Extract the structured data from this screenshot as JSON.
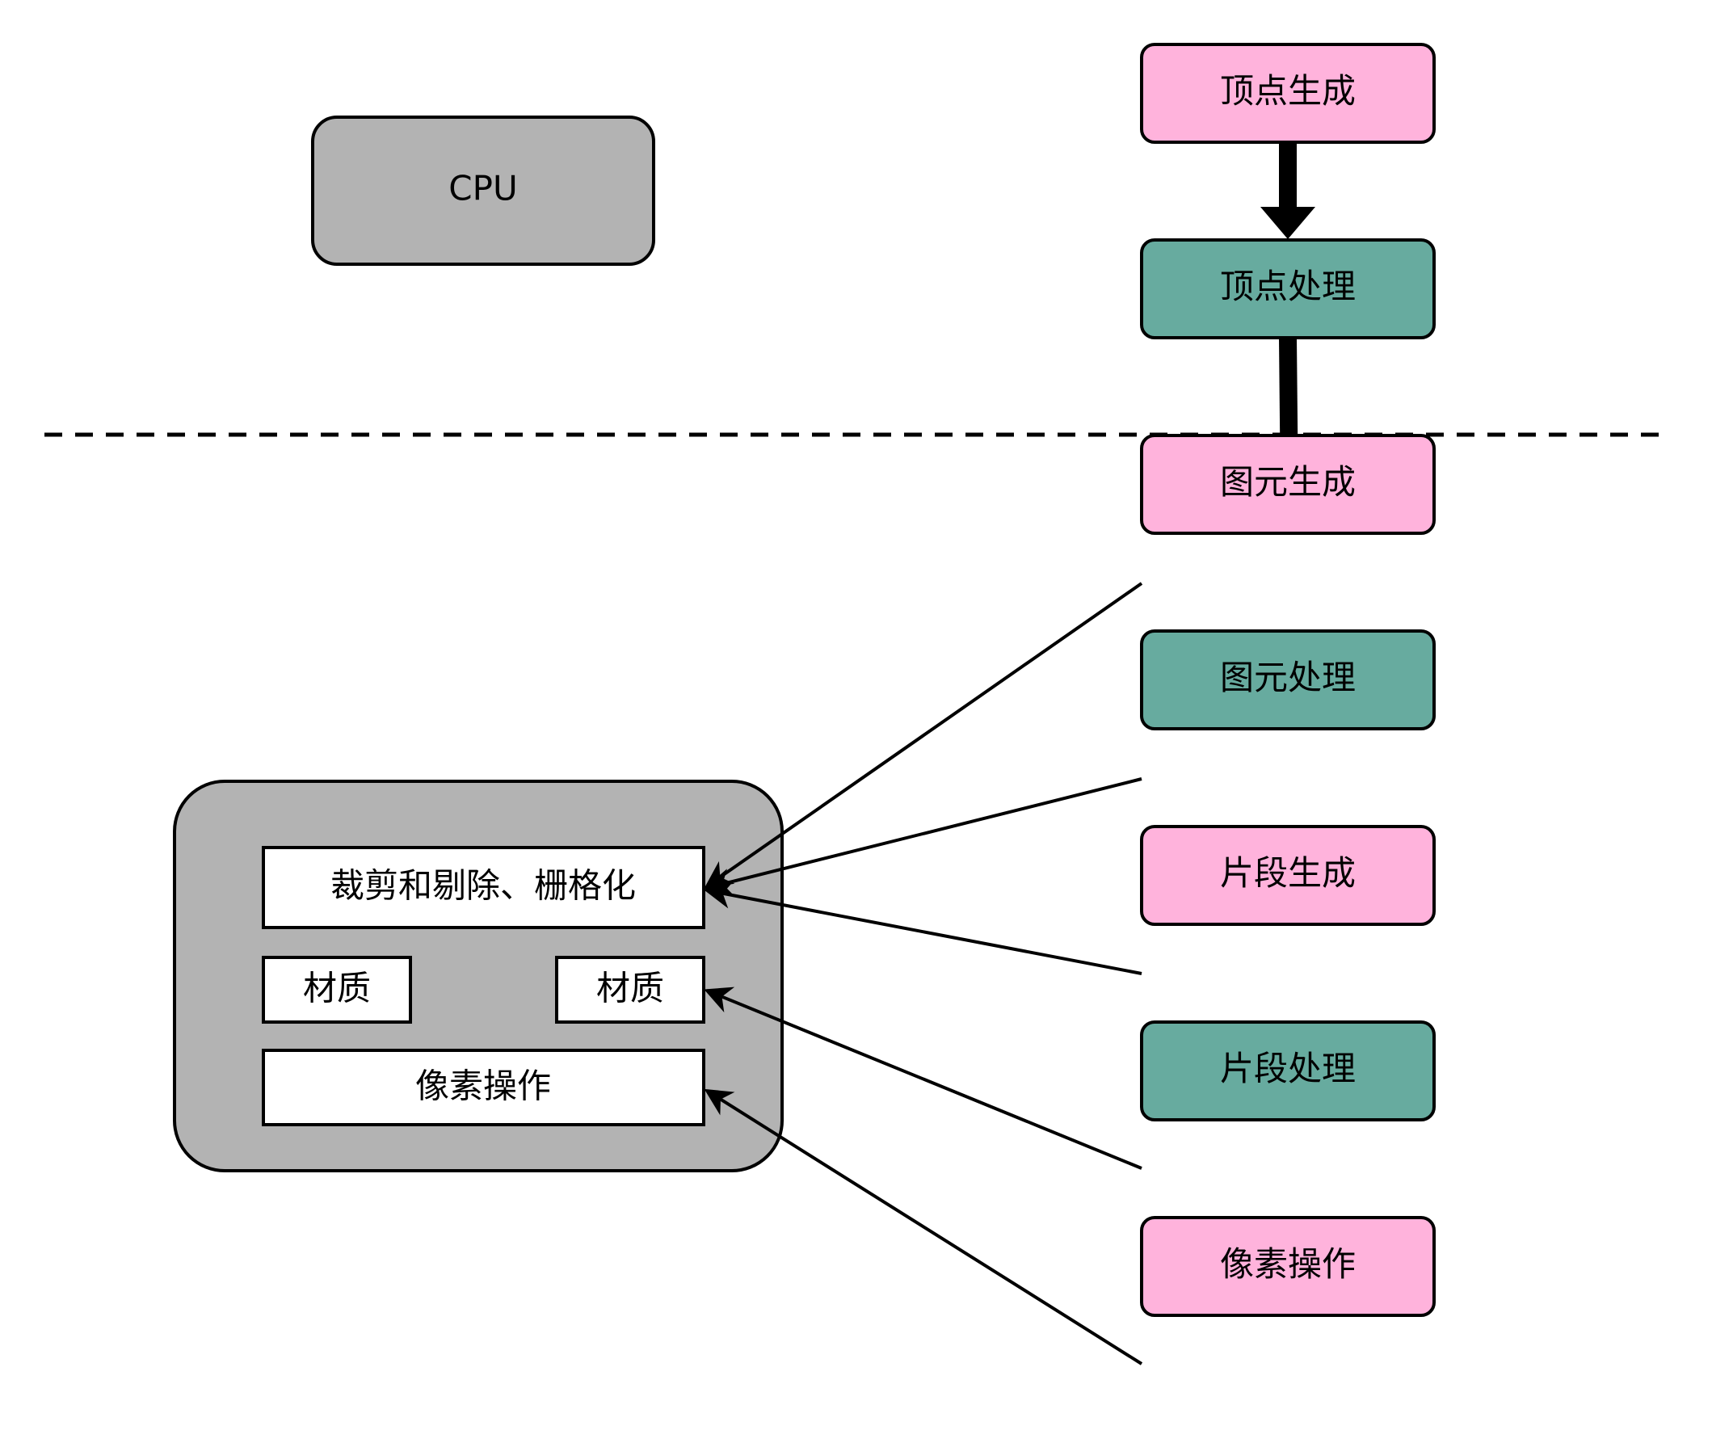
{
  "colors": {
    "cpu_fill": "#b3b3b3",
    "generation_fill": "#ffb3dc",
    "processing_fill": "#67ab9f",
    "inner_box_fill": "#ffffff",
    "stroke": "#000000"
  },
  "cpu": {
    "label": "CPU"
  },
  "pipeline": [
    {
      "id": "vertex-gen",
      "label": "顶点生成",
      "kind": "generation"
    },
    {
      "id": "vertex-proc",
      "label": "顶点处理",
      "kind": "processing"
    },
    {
      "id": "primitive-gen",
      "label": "图元生成",
      "kind": "generation"
    },
    {
      "id": "primitive-proc",
      "label": "图元处理",
      "kind": "processing"
    },
    {
      "id": "fragment-gen",
      "label": "片段生成",
      "kind": "generation"
    },
    {
      "id": "fragment-proc",
      "label": "片段处理",
      "kind": "processing"
    },
    {
      "id": "pixel-op",
      "label": "像素操作",
      "kind": "generation"
    }
  ],
  "fixed_function": {
    "clip_cull_raster": "裁剪和剔除、栅格化",
    "material_left": "材质",
    "material_right": "材质",
    "pixel_ops": "像素操作"
  }
}
